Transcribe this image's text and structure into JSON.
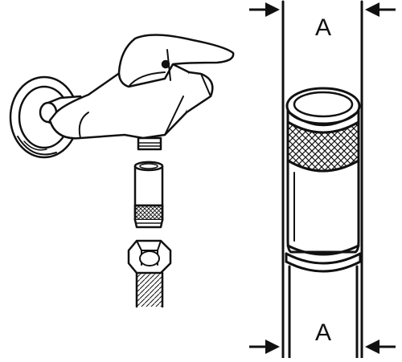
{
  "figure": {
    "dimension_label_top": "A",
    "dimension_label_bottom": "A"
  },
  "colors": {
    "line": "#111111",
    "fill": "#ffffff",
    "shade": "#e6e6e6"
  },
  "icons": {
    "left_part": "faucet-with-extension-and-hose",
    "right_part": "extension-nipple-closeup",
    "arrows": "dimension-arrow"
  }
}
